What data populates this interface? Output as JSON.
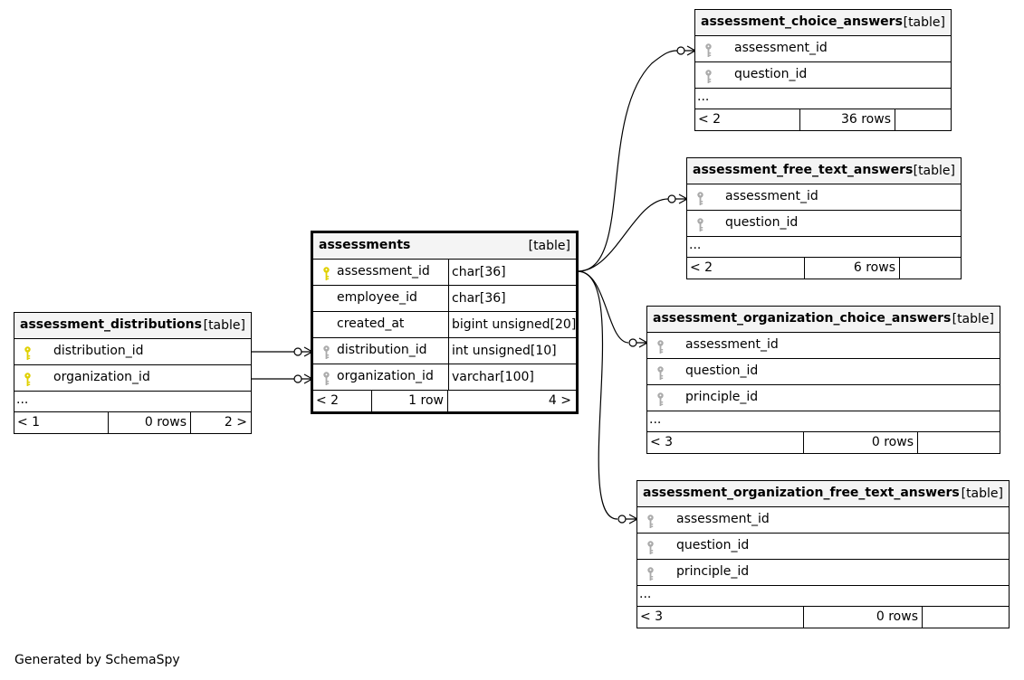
{
  "tables": {
    "assessment_distributions": {
      "name": "assessment_distributions",
      "kind": "[table]",
      "columns": [
        "distribution_id",
        "organization_id"
      ],
      "ellipsis": "...",
      "footer": {
        "parents": "< 1",
        "rows": "0 rows",
        "children": "2 >"
      }
    },
    "assessments": {
      "name": "assessments",
      "kind": "[table]",
      "columns": [
        {
          "name": "assessment_id",
          "type": "char[36]"
        },
        {
          "name": "employee_id",
          "type": "char[36]"
        },
        {
          "name": "created_at",
          "type": "bigint unsigned[20]"
        },
        {
          "name": "distribution_id",
          "type": "int unsigned[10]"
        },
        {
          "name": "organization_id",
          "type": "varchar[100]"
        }
      ],
      "footer": {
        "parents": "< 2",
        "rows": "1 row",
        "children": "4 >"
      }
    },
    "assessment_choice_answers": {
      "name": "assessment_choice_answers",
      "kind": "[table]",
      "columns": [
        "assessment_id",
        "question_id"
      ],
      "ellipsis": "...",
      "footer": {
        "parents": "< 2",
        "rows": "36 rows",
        "children": ""
      }
    },
    "assessment_free_text_answers": {
      "name": "assessment_free_text_answers",
      "kind": "[table]",
      "columns": [
        "assessment_id",
        "question_id"
      ],
      "ellipsis": "...",
      "footer": {
        "parents": "< 2",
        "rows": "6 rows",
        "children": ""
      }
    },
    "assessment_organization_choice_answers": {
      "name": "assessment_organization_choice_answers",
      "kind": "[table]",
      "columns": [
        "assessment_id",
        "question_id",
        "principle_id"
      ],
      "ellipsis": "...",
      "footer": {
        "parents": "< 3",
        "rows": "0 rows",
        "children": ""
      }
    },
    "assessment_organization_free_text_answers": {
      "name": "assessment_organization_free_text_answers",
      "kind": "[table]",
      "columns": [
        "assessment_id",
        "question_id",
        "principle_id"
      ],
      "ellipsis": "...",
      "footer": {
        "parents": "< 3",
        "rows": "0 rows",
        "children": ""
      }
    }
  },
  "colors": {
    "primary_key": "#e0d000",
    "foreign_key": "#aaaaaa",
    "header_bg": "#f4f4f4"
  },
  "icons": {
    "primary_key": "pk-key-icon",
    "foreign_key": "fk-key-icon"
  },
  "credit": "Generated by SchemaSpy"
}
